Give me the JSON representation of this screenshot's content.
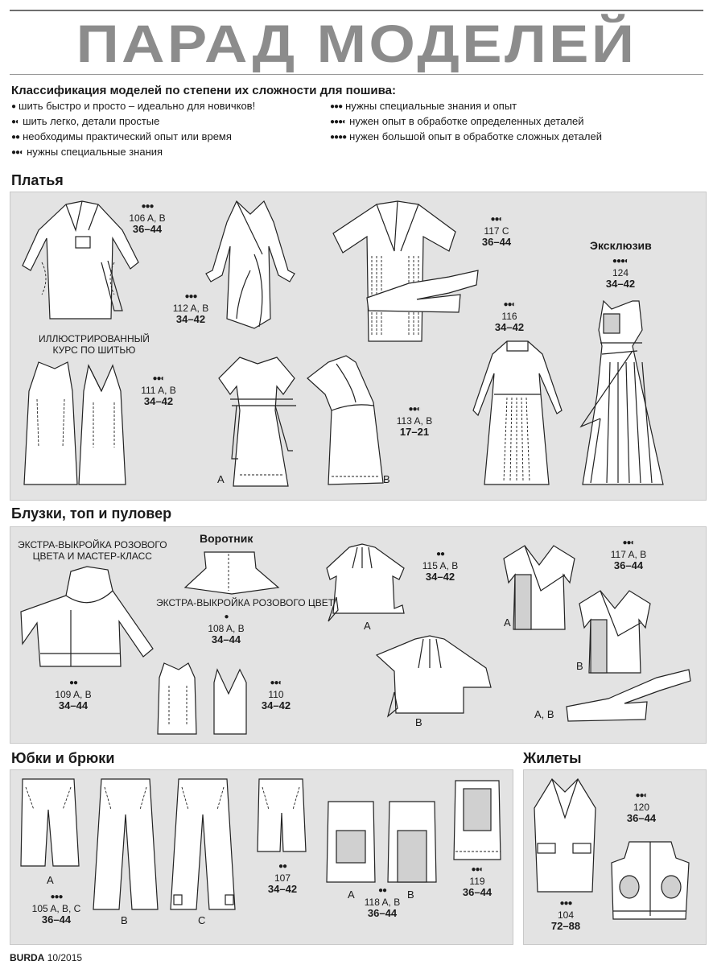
{
  "header": {
    "title": "ПАРАД МОДЕЛЕЙ"
  },
  "classification": {
    "heading": "Классификация моделей по степени их сложности для пошива:",
    "levels_left": [
      {
        "dots": "●",
        "text": "шить быстро и просто – идеально для новичков!"
      },
      {
        "dots": "●◐",
        "text": "шить легко, детали простые"
      },
      {
        "dots": "●●",
        "text": "необходимы практический опыт или время"
      },
      {
        "dots": "●●◐",
        "text": "нужны специальные знания"
      }
    ],
    "levels_right": [
      {
        "dots": "●●●",
        "text": "нужны специальные знания и опыт"
      },
      {
        "dots": "●●●◐",
        "text": "нужен опыт в обработке определенных деталей"
      },
      {
        "dots": "●●●●",
        "text": "нужен большой опыт в обработке сложных деталей"
      }
    ]
  },
  "sections": {
    "dresses": {
      "title": "Платья",
      "illustrated_course": "ИЛЛЮСТРИРОВАННЫЙ\nКУРС ПО ШИТЬЮ",
      "exclusive": "Эксклюзив",
      "models": [
        {
          "dots": "●●●",
          "num": "106 A, B",
          "size": "36–44"
        },
        {
          "dots": "●●●",
          "num": "112 A, B",
          "size": "34–42"
        },
        {
          "dots": "●●◐",
          "num": "117 C",
          "size": "36–44"
        },
        {
          "dots": "●●●◐",
          "num": "124",
          "size": "34–42"
        },
        {
          "dots": "●●◐",
          "num": "116",
          "size": "34–42"
        },
        {
          "dots": "●●◐",
          "num": "111 A, B",
          "size": "34–42"
        },
        {
          "dots": "●●◐",
          "num": "113 A, B",
          "size": "17–21"
        }
      ],
      "letters": [
        "A",
        "B"
      ]
    },
    "blouses": {
      "title": "Блузки, топ и пуловер",
      "extra_pink_master": "ЭКСТРА-ВЫКРОЙКА РОЗОВОГО\nЦВЕТА И МАСТЕР-КЛАСС",
      "collar": "Воротник",
      "extra_pink": "ЭКСТРА-ВЫКРОЙКА РОЗОВОГО ЦВЕТА",
      "models": [
        {
          "dots": "●",
          "num": "108 A, B",
          "size": "34–44"
        },
        {
          "dots": "●●",
          "num": "109 A, B",
          "size": "34–44"
        },
        {
          "dots": "●●◐",
          "num": "110",
          "size": "34–42"
        },
        {
          "dots": "●●",
          "num": "115 A, B",
          "size": "34–42"
        },
        {
          "dots": "●●◐",
          "num": "117 A, B",
          "size": "36–44"
        }
      ],
      "letters": [
        "A",
        "B",
        "A",
        "B",
        "A, B"
      ]
    },
    "skirts": {
      "title": "Юбки и брюки",
      "models": [
        {
          "dots": "●●●",
          "num": "105 A, B, C",
          "size": "36–44"
        },
        {
          "dots": "●●",
          "num": "107",
          "size": "34–42"
        },
        {
          "dots": "●●",
          "num": "118 A, B",
          "size": "36–44"
        },
        {
          "dots": "●●◐",
          "num": "119",
          "size": "36–44"
        }
      ],
      "letters": [
        "A",
        "B",
        "C",
        "A",
        "B"
      ]
    },
    "vests": {
      "title": "Жилеты",
      "models": [
        {
          "dots": "●●◐",
          "num": "120",
          "size": "36–44"
        },
        {
          "dots": "●●●",
          "num": "104",
          "size": "72–88"
        }
      ]
    }
  },
  "footer": {
    "brand": "BURDA",
    "issue": "10/2015"
  }
}
